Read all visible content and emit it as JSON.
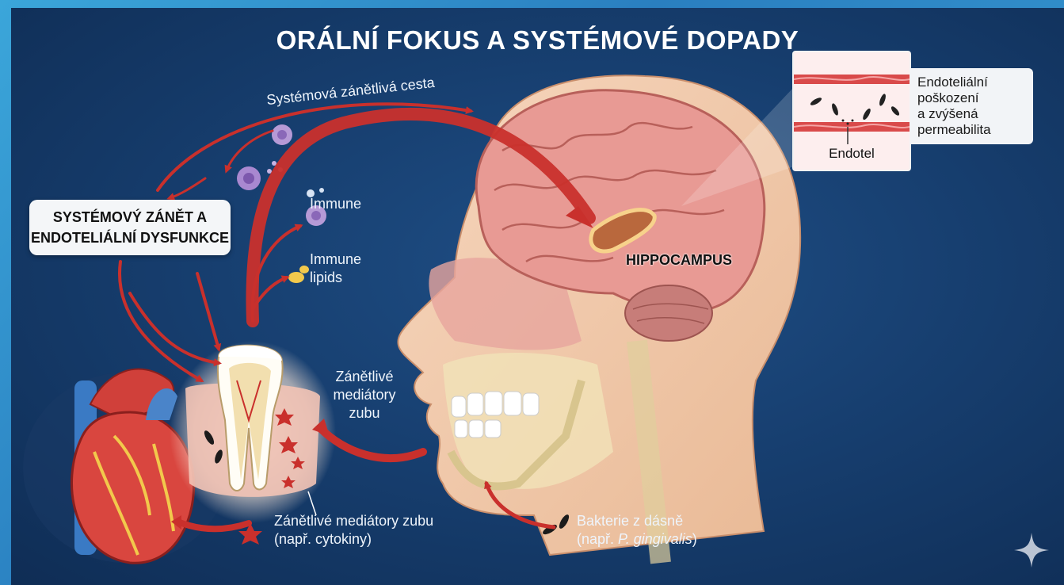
{
  "title": "ORÁLNÍ FOKUS A SYSTÉMOVÉ DOPADY",
  "labels": {
    "pathway": "Systémová zánětlivá cesta",
    "systemic_box_line1": "SYSTÉMOVÝ ZÁNĚT A",
    "systemic_box_line2": "ENDOTELIÁLNÍ DYSFUNKCE",
    "immune": "Immune",
    "immune_lipids_1": "Immune",
    "immune_lipids_2": "lipids",
    "hippocampus": "HIPPOCAMPUS",
    "endothel_line1": "Endoteliální",
    "endothel_line2": "poškození",
    "endothel_line3": "a zvýšená",
    "endothel_line4": "permeabilita",
    "endotel": "Endotel",
    "tooth_mediators_1": "Zánětlivé",
    "tooth_mediators_2": "mediátory",
    "tooth_mediators_3": "zubu",
    "mediators_bottom_1": "Zánětlivé mediátory zubu",
    "mediators_bottom_2": "(např. cytokiny)",
    "bacteria_1": "Bakterie z dásně",
    "bacteria_2_prefix": "(např. ",
    "bacteria_2_italic": "P. gingivalis",
    "bacteria_2_suffix": ")"
  },
  "colors": {
    "arrow": "#c9302c",
    "background": "#173f70",
    "brain": "#e89a94",
    "skin": "#f3cdb0"
  },
  "icons": [
    "sparkle-icon",
    "heart-illustration",
    "tooth-illustration",
    "brain-illustration",
    "bacteria-icon",
    "immune-cell-icon"
  ]
}
